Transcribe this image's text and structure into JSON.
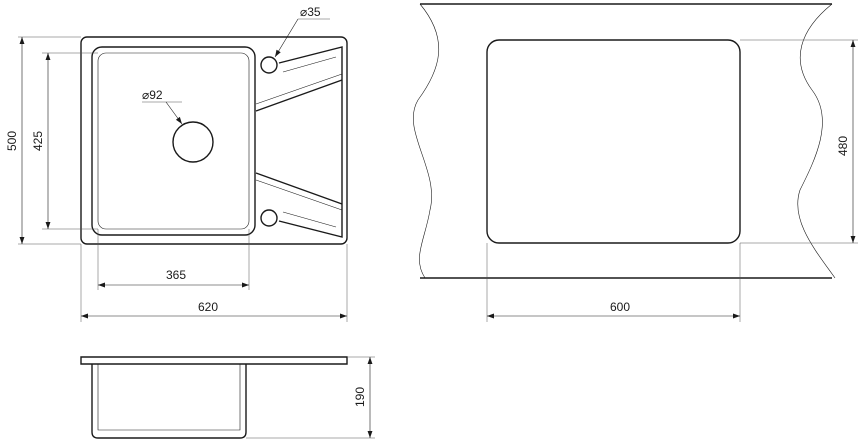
{
  "dimensions": {
    "drain_hole": "92",
    "faucet_hole": "35",
    "diameter_symbol": "⌀",
    "overall_width": "620",
    "bowl_width": "365",
    "overall_depth": "500",
    "bowl_depth": "425",
    "sink_height": "190",
    "cutout_width": "600",
    "cutout_depth": "480"
  }
}
